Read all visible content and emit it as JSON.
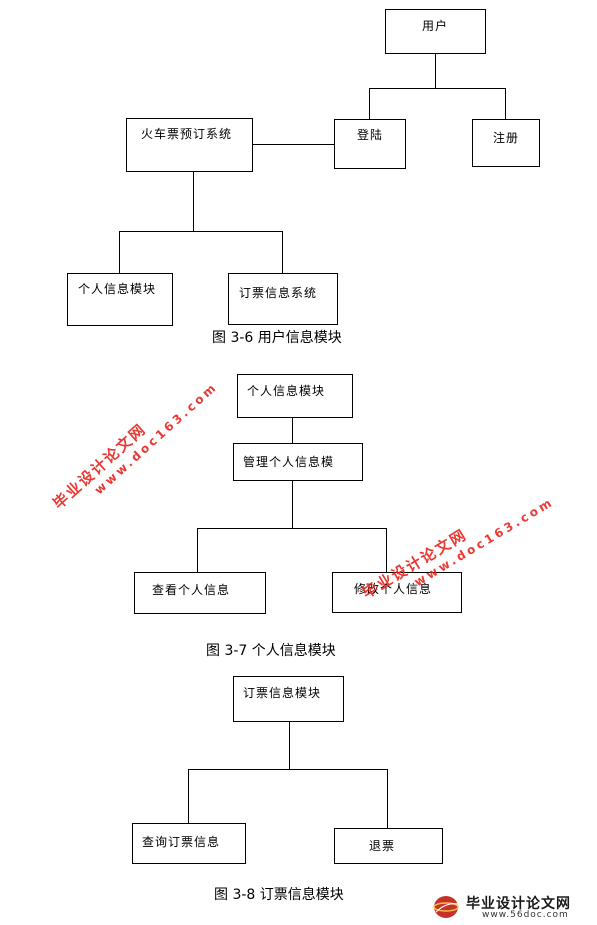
{
  "diagram1": {
    "user": "用户",
    "login": "登陆",
    "register": "注册",
    "system": "火车票预订系统",
    "personal_module": "个人信息模块",
    "booking_system": "订票信息系统",
    "caption": "图 3-6   用户信息模块"
  },
  "diagram2": {
    "personal_module": "个人信息模块",
    "manage": "管理个人信息模",
    "view": "查看个人信息",
    "modify": "修改个人信息",
    "caption": "图 3-7   个人信息模块"
  },
  "diagram3": {
    "booking_module": "订票信息模块",
    "query": "查询订票信息",
    "refund": "退票",
    "caption": "图 3-8   订票信息模块"
  },
  "watermark": {
    "name": "毕业设计论文网",
    "url": "www.doc163.com"
  },
  "footer": {
    "name": "毕业设计论文网",
    "url": "www.56doc.com"
  }
}
